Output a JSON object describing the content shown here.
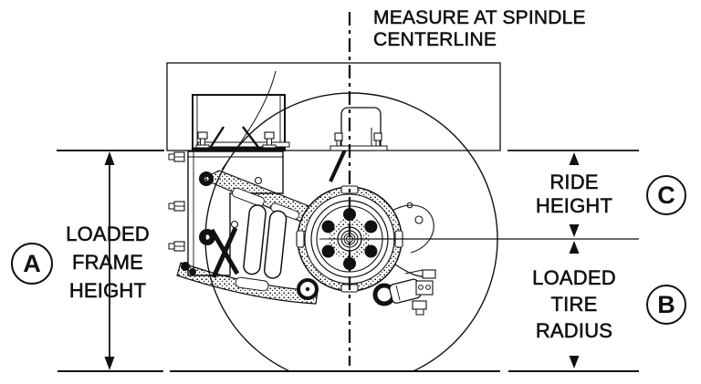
{
  "colors": {
    "ink": "#111111",
    "paper": "#ffffff"
  },
  "note": {
    "line1": "MEASURE AT SPINDLE",
    "line2": "CENTERLINE"
  },
  "dimensions": {
    "frame_height": {
      "badge": "A",
      "lines": [
        "LOADED",
        "FRAME",
        "HEIGHT"
      ]
    },
    "ride_height": {
      "badge": "C",
      "lines": [
        "RIDE",
        "HEIGHT"
      ]
    },
    "tire_radius": {
      "badge": "B",
      "lines": [
        "LOADED",
        "TIRE",
        "RADIUS"
      ]
    }
  }
}
